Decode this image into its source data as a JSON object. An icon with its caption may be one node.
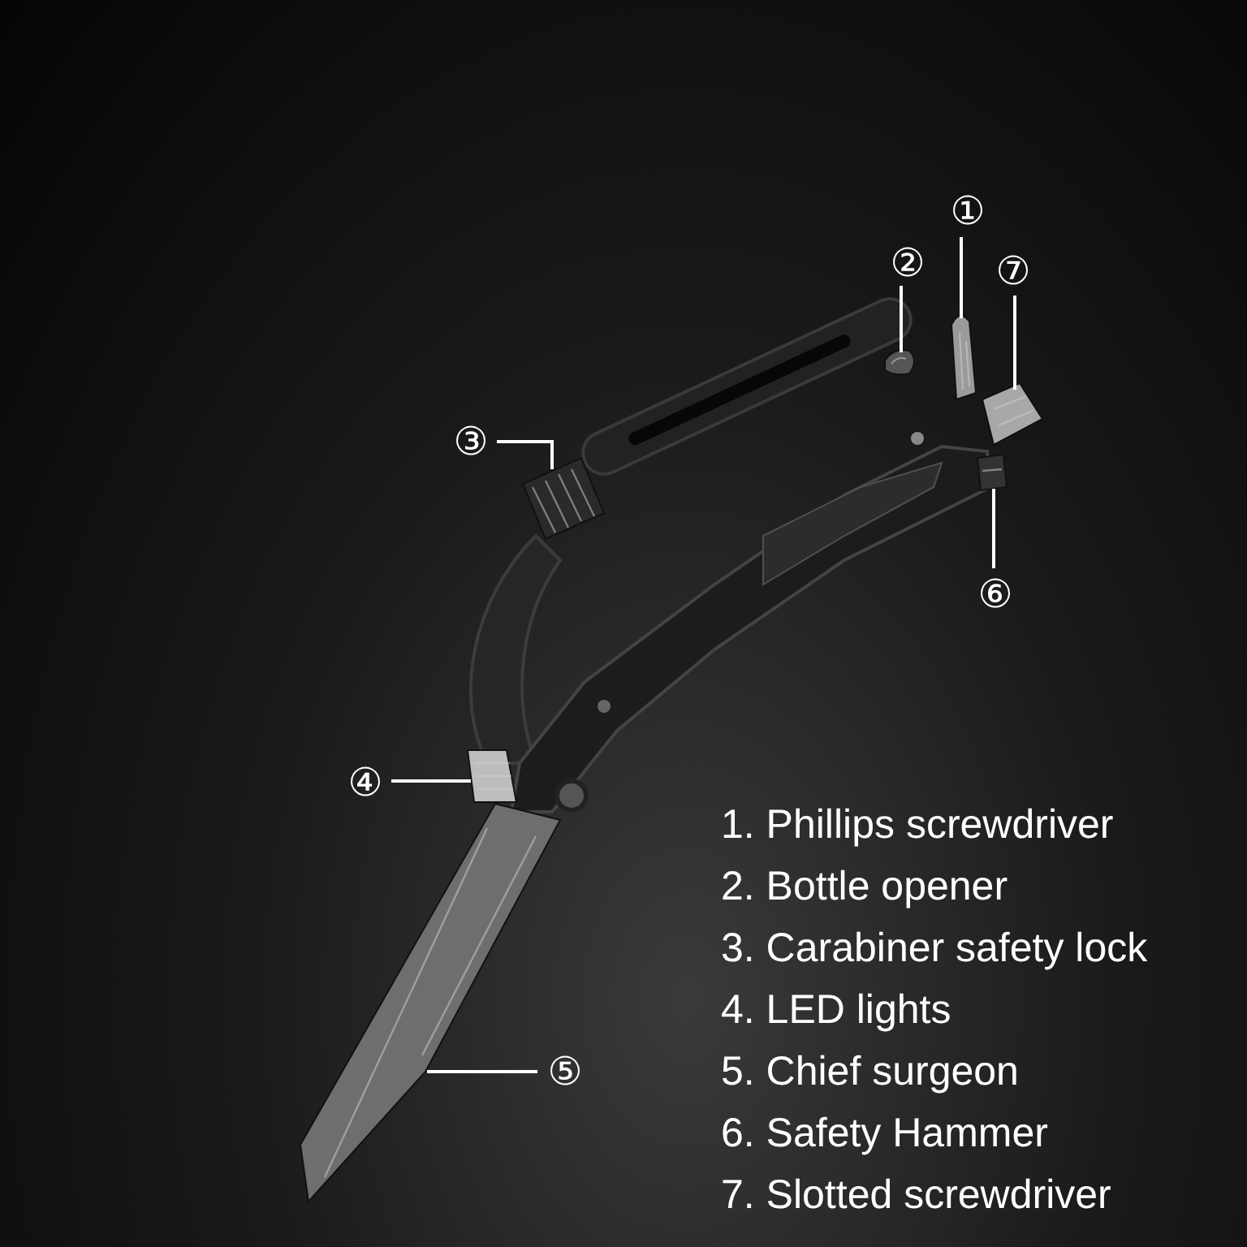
{
  "diagram": {
    "nodes": [
      {
        "text": [
          "①"
        ]
      },
      {
        "text": [
          "②"
        ]
      },
      {
        "text": [
          "③"
        ]
      },
      {
        "text": [
          "④"
        ]
      },
      {
        "text": [
          "⑤"
        ]
      },
      {
        "text": [
          "⑥"
        ]
      },
      {
        "text": [
          "⑦"
        ]
      },
      {
        "text": [],
        "shape": "picture"
      },
      {
        "text": [],
        "shape": "picture"
      },
      {
        "text": [],
        "shape": "picture"
      },
      {
        "text": [],
        "shape": "picture"
      },
      {
        "text": [],
        "shape": "picture"
      },
      {
        "text": [],
        "shape": "picture"
      },
      {
        "text": [],
        "shape": "picture"
      }
    ],
    "edges": [
      {
        "from": 0,
        "to": 7,
        "arrow": "none"
      },
      {
        "from": 1,
        "to": 8,
        "arrow": "none"
      },
      {
        "from": 2,
        "to": 9,
        "arrow": "none"
      },
      {
        "from": 3,
        "to": 10,
        "arrow": "none"
      },
      {
        "from": 4,
        "to": 11,
        "arrow": "none"
      },
      {
        "from": 5,
        "to": 12,
        "arrow": "none"
      },
      {
        "from": 6,
        "to": 13,
        "arrow": "none"
      }
    ],
    "labels": [
      "1. Phillips screwdriver",
      "2. Bottle opener",
      "3. Carabiner safety lock",
      "4. LED lights",
      "5. Chief surgeon",
      "6. Safety Hammer",
      "7. Slotted screwdriver"
    ]
  }
}
